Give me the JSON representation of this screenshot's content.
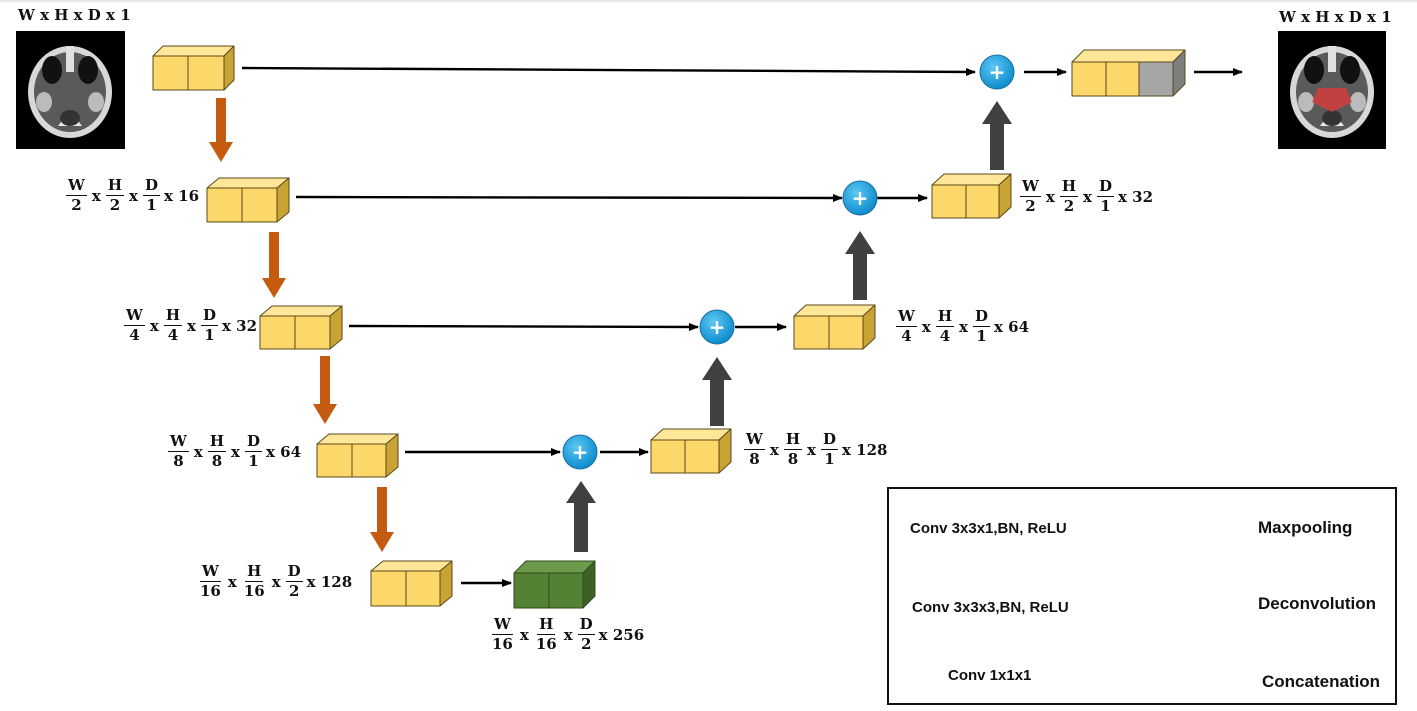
{
  "input_label": "W x  H x D x 1",
  "output_label": "W x  H x D x 1",
  "plus_symbol": "+",
  "encoder_dims": [
    {
      "w": "W",
      "w_den": "2",
      "h": "H",
      "h_den": "2",
      "d": "D",
      "d_den": "1",
      "c": "x 16"
    },
    {
      "w": "W",
      "w_den": "4",
      "h": "H",
      "h_den": "4",
      "d": "D",
      "d_den": "1",
      "c": "x 32"
    },
    {
      "w": "W",
      "w_den": "8",
      "h": "H",
      "h_den": "8",
      "d": "D",
      "d_den": "1",
      "c": "x 64"
    },
    {
      "w": "W",
      "w_den": "16",
      "h": "H",
      "h_den": "16",
      "d": "D",
      "d_den": "2",
      "c": "x 128"
    }
  ],
  "bottleneck_dim": {
    "w": "W",
    "w_den": "16",
    "h": "H",
    "h_den": "16",
    "d": "D",
    "d_den": "2",
    "c": "x 256"
  },
  "decoder_dims": [
    {
      "w": "W",
      "w_den": "8",
      "h": "H",
      "h_den": "8",
      "d": "D",
      "d_den": "1",
      "c": "x 128"
    },
    {
      "w": "W",
      "w_den": "4",
      "h": "H",
      "h_den": "4",
      "d": "D",
      "d_den": "1",
      "c": "x 64"
    },
    {
      "w": "W",
      "w_den": "2",
      "h": "H",
      "h_den": "2",
      "d": "D",
      "d_den": "1",
      "c": "x 32"
    }
  ],
  "legend": {
    "conv_331": "Conv 3x3x1,BN, ReLU",
    "conv_333": "Conv 3x3x3,BN, ReLU",
    "conv_111": "Conv 1x1x1",
    "maxpooling": "Maxpooling",
    "deconvolution": "Deconvolution",
    "concatenation": "Concatenation"
  },
  "colors": {
    "block_yellow": "#fcd76a",
    "block_green": "#548235",
    "block_gray": "#a6a6a6",
    "maxpool_arrow": "#c55a11",
    "deconv_arrow": "#404040",
    "legend_deconv_arrow": "#323f4f",
    "concat_circle": "#1aa1e0"
  }
}
